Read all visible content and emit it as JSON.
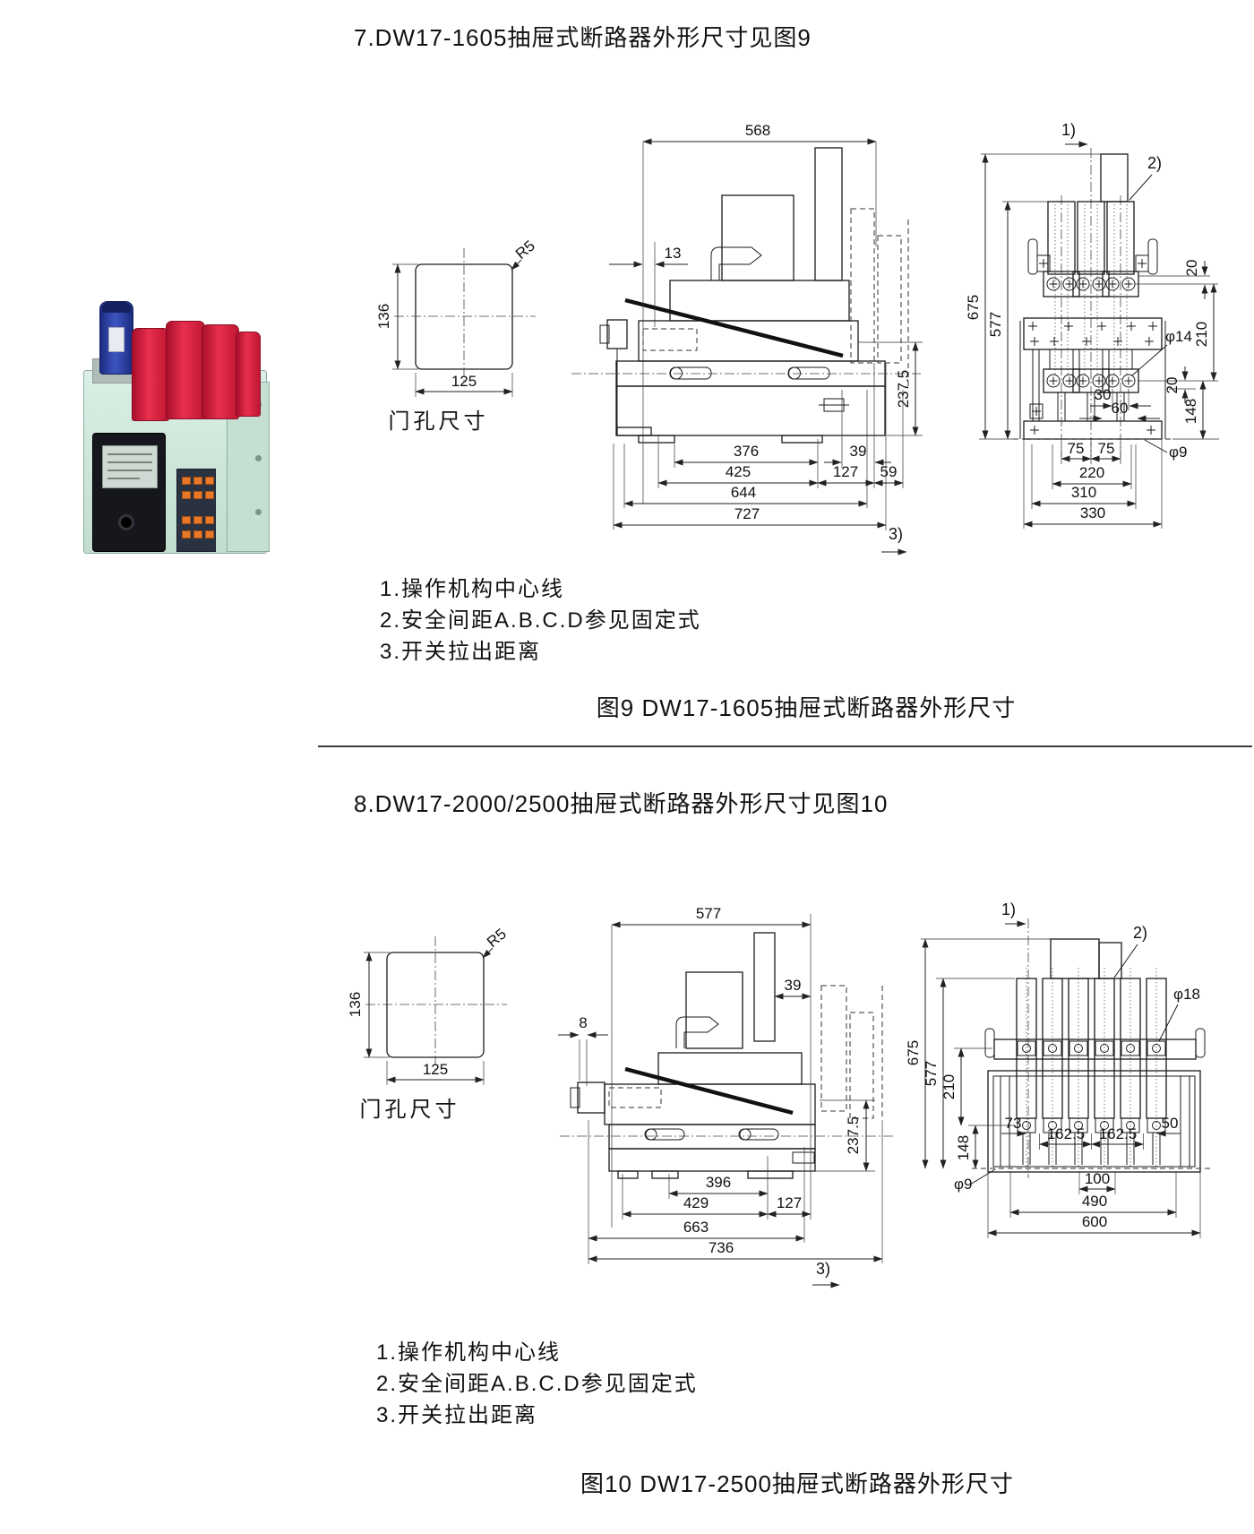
{
  "photo": {
    "name": "DW17抽屉式断路器产品照片",
    "colors": {
      "body_green": "#cfe7da",
      "arc_chute_red": "#d6203c",
      "coil_blue": "#2b3a9a",
      "panel_black": "#16171c",
      "terminal_orange": "#e8792a"
    }
  },
  "s7": {
    "heading": "7.DW17-1605抽屉式断路器外形尺寸见图9",
    "door": {
      "r": "R5",
      "h": "136",
      "w": "125",
      "caption": "门孔尺寸"
    },
    "side": {
      "d568": "568",
      "d13": "13",
      "d376": "376",
      "d39": "39",
      "d425": "425",
      "d127": "127",
      "d59": "59",
      "d644": "644",
      "d727": "727",
      "d2375": "237.5",
      "n3": "3)"
    },
    "front": {
      "n1": "1)",
      "n2": "2)",
      "d675": "675",
      "d577": "577",
      "d20t": "20",
      "d210": "210",
      "phi14": "φ14",
      "d30": "30",
      "d20b": "20",
      "d148": "148",
      "d60": "60",
      "d75a": "75",
      "d75b": "75",
      "d220": "220",
      "d310": "310",
      "d330": "330",
      "phi9": "φ9"
    },
    "notes": [
      "1.操作机构中心线",
      "2.安全间距A.B.C.D参见固定式",
      "3.开关拉出距离"
    ],
    "caption": "图9  DW17-1605抽屉式断路器外形尺寸"
  },
  "s8": {
    "heading": "8.DW17-2000/2500抽屉式断路器外形尺寸见图10",
    "door": {
      "r": "R5",
      "h": "136",
      "w": "125",
      "caption": "门孔尺寸"
    },
    "side": {
      "d577": "577",
      "d39": "39",
      "d8": "8",
      "d396": "396",
      "d429": "429",
      "d127": "127",
      "d663": "663",
      "d736": "736",
      "d2375": "237.5",
      "n3": "3)"
    },
    "front": {
      "n1": "1)",
      "n2": "2)",
      "phi18": "φ18",
      "d675": "675",
      "d577": "577",
      "d210": "210",
      "d148": "148",
      "d73": "73",
      "d1625a": "162.5",
      "d1625b": "162.5",
      "d50": "50",
      "phi9": "φ9",
      "d100": "100",
      "d490": "490",
      "d600": "600"
    },
    "notes": [
      "1.操作机构中心线",
      "2.安全间距A.B.C.D参见固定式",
      "3.开关拉出距离"
    ],
    "caption": "图10  DW17-2500抽屉式断路器外形尺寸"
  }
}
